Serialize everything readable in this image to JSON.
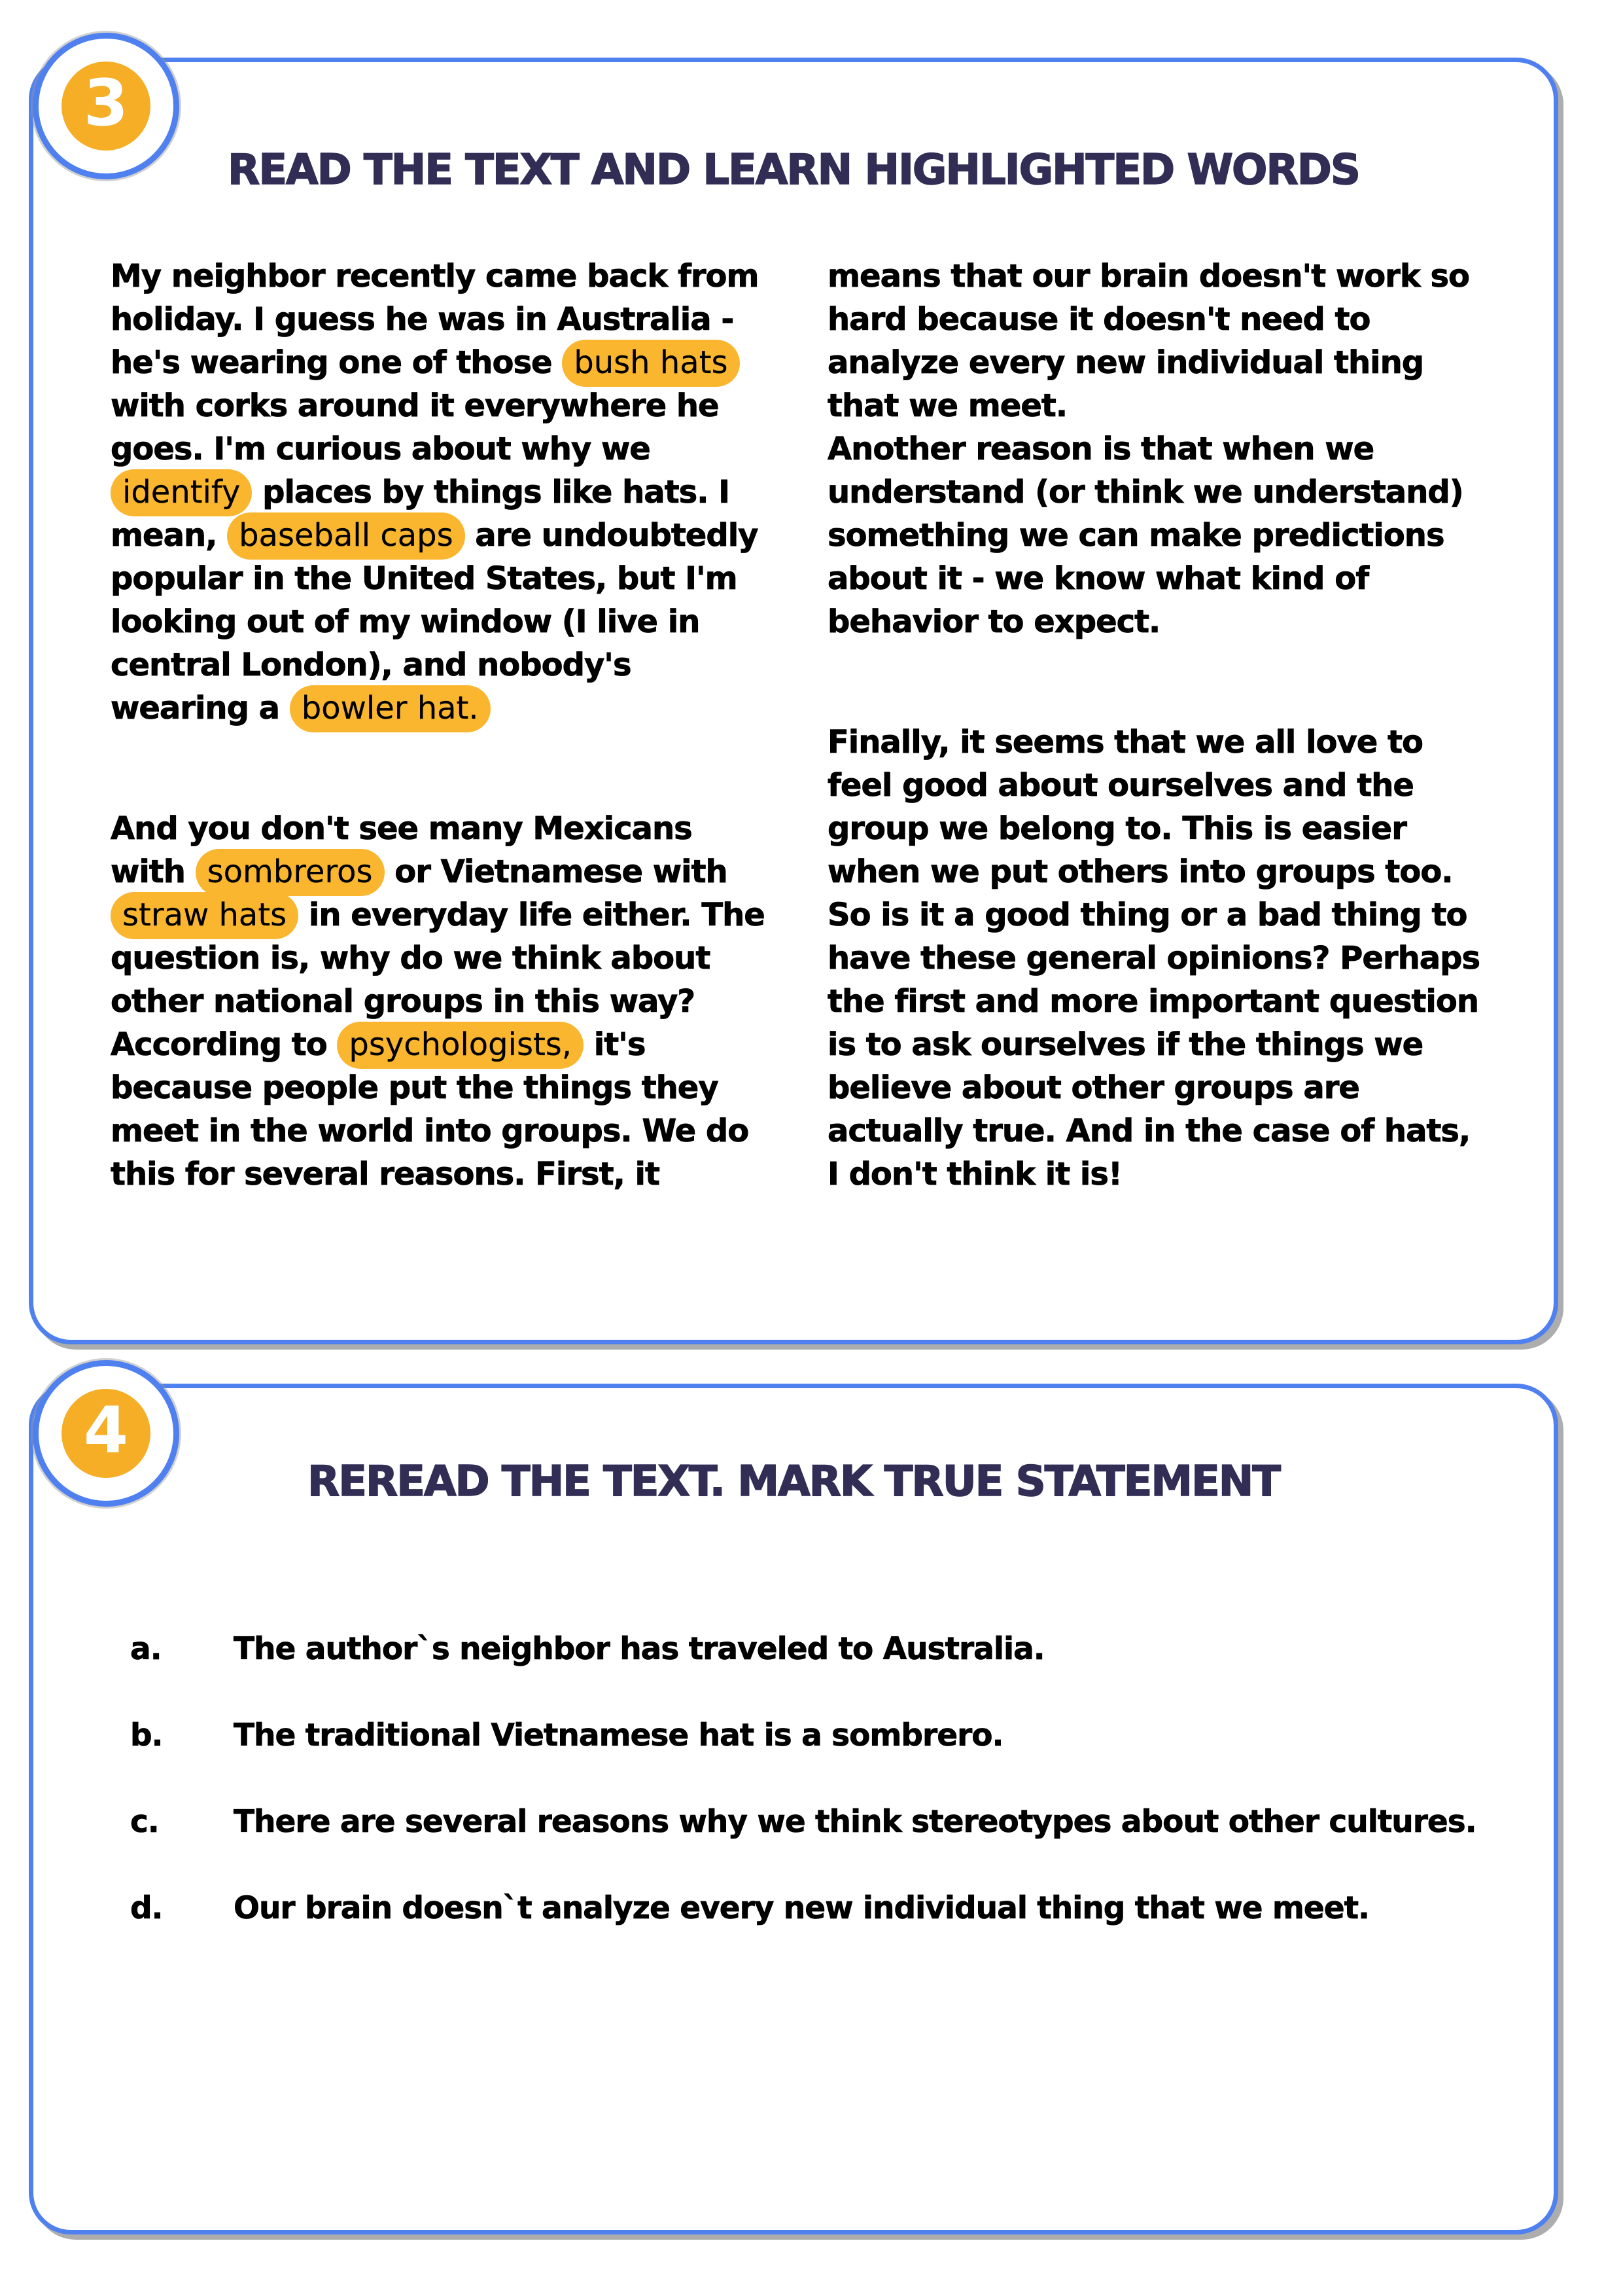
{
  "colors": {
    "card_border_blue": "#4F80EF",
    "badge_yellow": "#F5AE26",
    "highlight_yellow": "#FBB62F",
    "title_navy": "#312D55",
    "body_text": "#000000",
    "page_background": "#FFFFFF"
  },
  "section3": {
    "badge": "3",
    "title": "READ THE TEXT AND LEARN HIGHLIGHTED WORDS",
    "columns": [
      {
        "paragraphs": [
          {
            "gap": false,
            "segments": [
              {
                "t": "My neighbor recently came back from holiday. I guess he was in Australia - he's wearing one of those "
              },
              {
                "t": "bush hats",
                "h": true
              },
              {
                "t": " with corks around it everywhere he goes. I'm curious about why we "
              },
              {
                "t": "identify",
                "h": true
              },
              {
                "t": " places by things like hats. I mean, "
              },
              {
                "t": "baseball caps",
                "h": true
              },
              {
                "t": " are undoubtedly popular in the United States, but I'm looking out of my window (I live in central London), and nobody's wearing a "
              },
              {
                "t": "bowler hat.",
                "h": true
              }
            ]
          },
          {
            "gap": true,
            "segments": [
              {
                "t": "And you don't see many Mexicans with "
              },
              {
                "t": "sombreros",
                "h": true
              },
              {
                "t": " or Vietnamese with "
              },
              {
                "t": "straw hats",
                "h": true
              },
              {
                "t": " in everyday life either. The question is, why do we think about other national groups in this way? According to "
              },
              {
                "t": "psychologists,",
                "h": true
              },
              {
                "t": " it's because people put the things they meet in the world into groups. We do this for several reasons. First, it"
              }
            ]
          }
        ]
      },
      {
        "paragraphs": [
          {
            "gap": false,
            "segments": [
              {
                "t": "means that our brain doesn't work so hard because it doesn't need to analyze every new individual thing that we meet."
              }
            ]
          },
          {
            "gap": false,
            "segments": [
              {
                "t": "Another reason is that when we understand (or think we understand) something we can make predictions about it - we know what kind of behavior to expect."
              }
            ]
          },
          {
            "gap": true,
            "segments": [
              {
                "t": "Finally, it seems that we all love to feel good about ourselves and the group we belong to. This is easier when we put others into groups too. So is it a good thing or a bad thing to have these general opinions? Perhaps the first and more important question is to ask ourselves if the things we believe about other groups are actually true. And in the case of hats, I don't think it is!"
              }
            ]
          }
        ]
      }
    ]
  },
  "section4": {
    "badge": "4",
    "title": "REREAD THE TEXT. MARK TRUE STATEMENT",
    "statements": [
      {
        "letter": "a.",
        "text": "The author`s neighbor has traveled to Australia."
      },
      {
        "letter": "b.",
        "text": "The traditional Vietnamese hat is a sombrero."
      },
      {
        "letter": "c.",
        "text": "There are several reasons why we think stereotypes about other cultures."
      },
      {
        "letter": "d.",
        "text": "Our brain doesn`t analyze every new individual thing that we meet."
      }
    ]
  }
}
